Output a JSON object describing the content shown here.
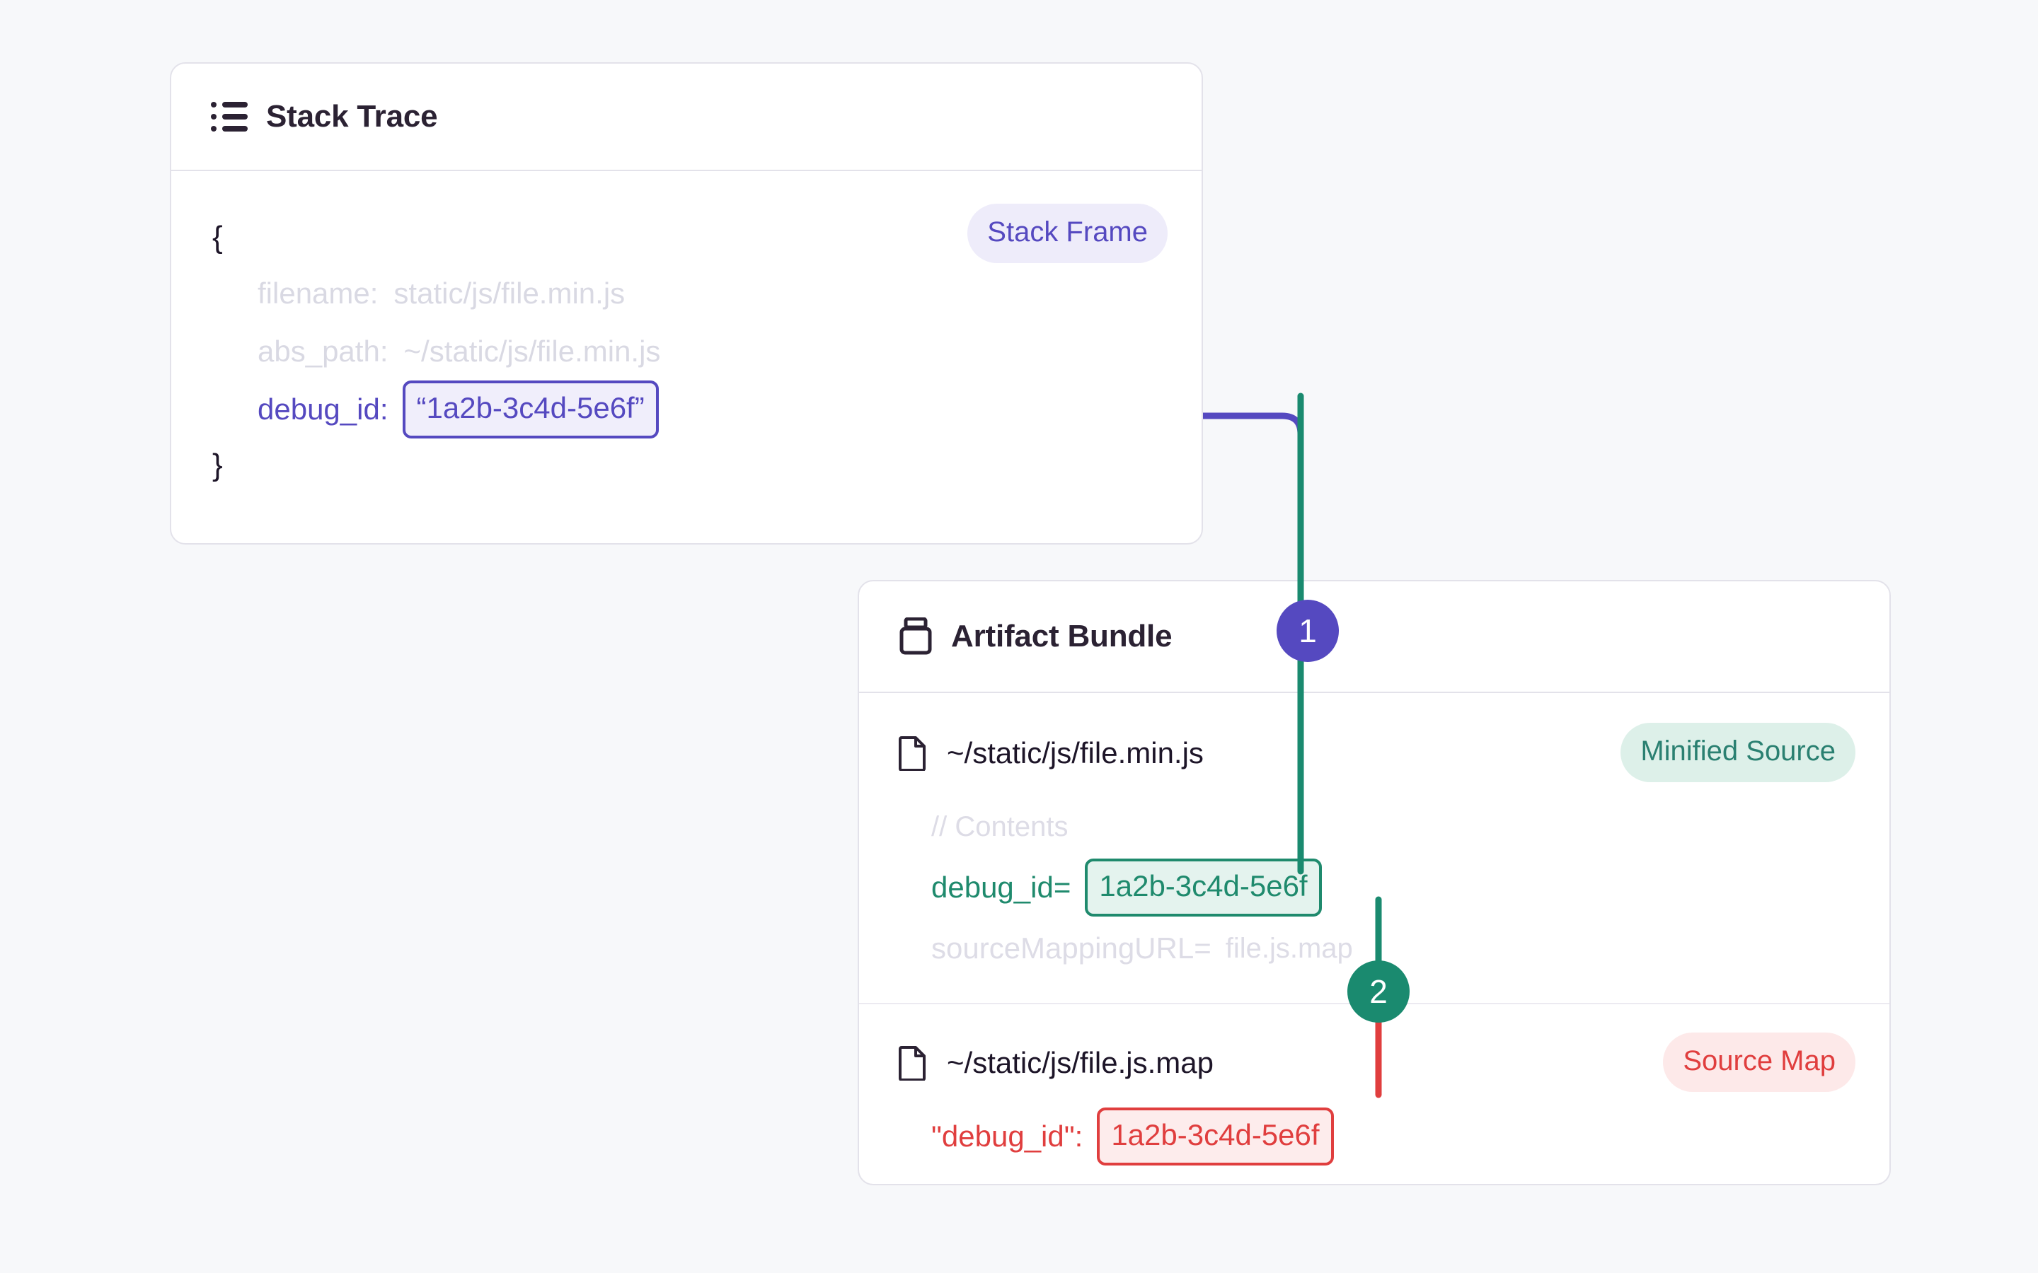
{
  "colors": {
    "page_background": "#f7f8fa",
    "card_background": "#ffffff",
    "card_border": "#e3e2ea",
    "text_dark": "#1d1528",
    "muted": "#dddce6",
    "purple": "#5549c0",
    "purple_soft_bg": "#f0eefb",
    "purple_pill_bg": "#eeecfa",
    "green": "#1f8a6d",
    "green_badge": "#1a8a6f",
    "green_soft_bg": "#e4f3ee",
    "green_pill_bg": "#ddf0e9",
    "green_pill_text": "#2a8071",
    "red": "#e03e3e",
    "red_soft_bg": "#fdecec",
    "red_pill_bg": "#fde9e9"
  },
  "stack_trace_card": {
    "icon": "list-icon",
    "title": "Stack Trace",
    "badge": "Stack Frame",
    "open_brace": "{",
    "close_brace": "}",
    "rows": [
      {
        "key": "filename:",
        "value": "static/js/file.min.js",
        "style": "muted"
      },
      {
        "key": "abs_path:",
        "value": "~/static/js/file.min.js",
        "style": "muted"
      },
      {
        "key": "debug_id:",
        "value": "“1a2b-3c4d-5e6f”",
        "style": "accent-chip"
      }
    ]
  },
  "artifact_bundle_card": {
    "icon": "artifact-jar-icon",
    "title": "Artifact Bundle",
    "minified_source": {
      "file_icon": "file-icon",
      "file_name": "~/static/js/file.min.js",
      "badge": "Minified Source",
      "comment": "// Contents",
      "debug_id_key": "debug_id=",
      "debug_id_value": "1a2b-3c4d-5e6f",
      "source_mapping_key": "sourceMappingURL=",
      "source_mapping_value": "file.js.map"
    },
    "source_map": {
      "file_icon": "file-icon",
      "file_name": "~/static/js/file.js.map",
      "badge": "Source Map",
      "debug_id_key": "\"debug_id\":",
      "debug_id_value": "1a2b-3c4d-5e6f"
    }
  },
  "step_badges": [
    {
      "label": "1",
      "color": "#5549c0"
    },
    {
      "label": "2",
      "color": "#1a8a6f"
    }
  ]
}
